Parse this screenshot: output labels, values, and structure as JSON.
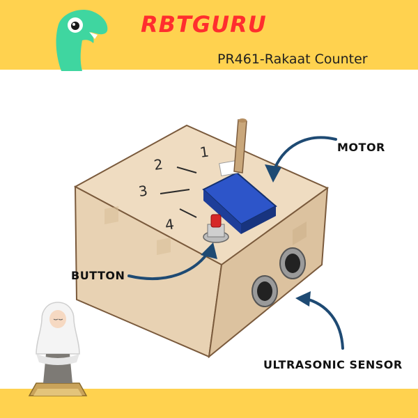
{
  "header": {
    "brand": "RBTGURU",
    "subtitle": "PR461-Rakaat Counter"
  },
  "labels": {
    "motor": "MOTOR",
    "button": "BUTTON",
    "sensor": "ULTRASONIC SENSOR"
  },
  "box_numbers": [
    "1",
    "2",
    "3",
    "4"
  ],
  "colors": {
    "header_bg": "#ffd24f",
    "brand_text": "#ff2e2e",
    "arrow": "#1e4a73",
    "wood": "#ecd8bd",
    "servo": "#2d55c9",
    "button_cap": "#d62828",
    "mascot": "#3fd6a0"
  },
  "icons": {
    "mascot": "dinosaur-mascot-icon",
    "girl": "praying-girl-icon"
  }
}
